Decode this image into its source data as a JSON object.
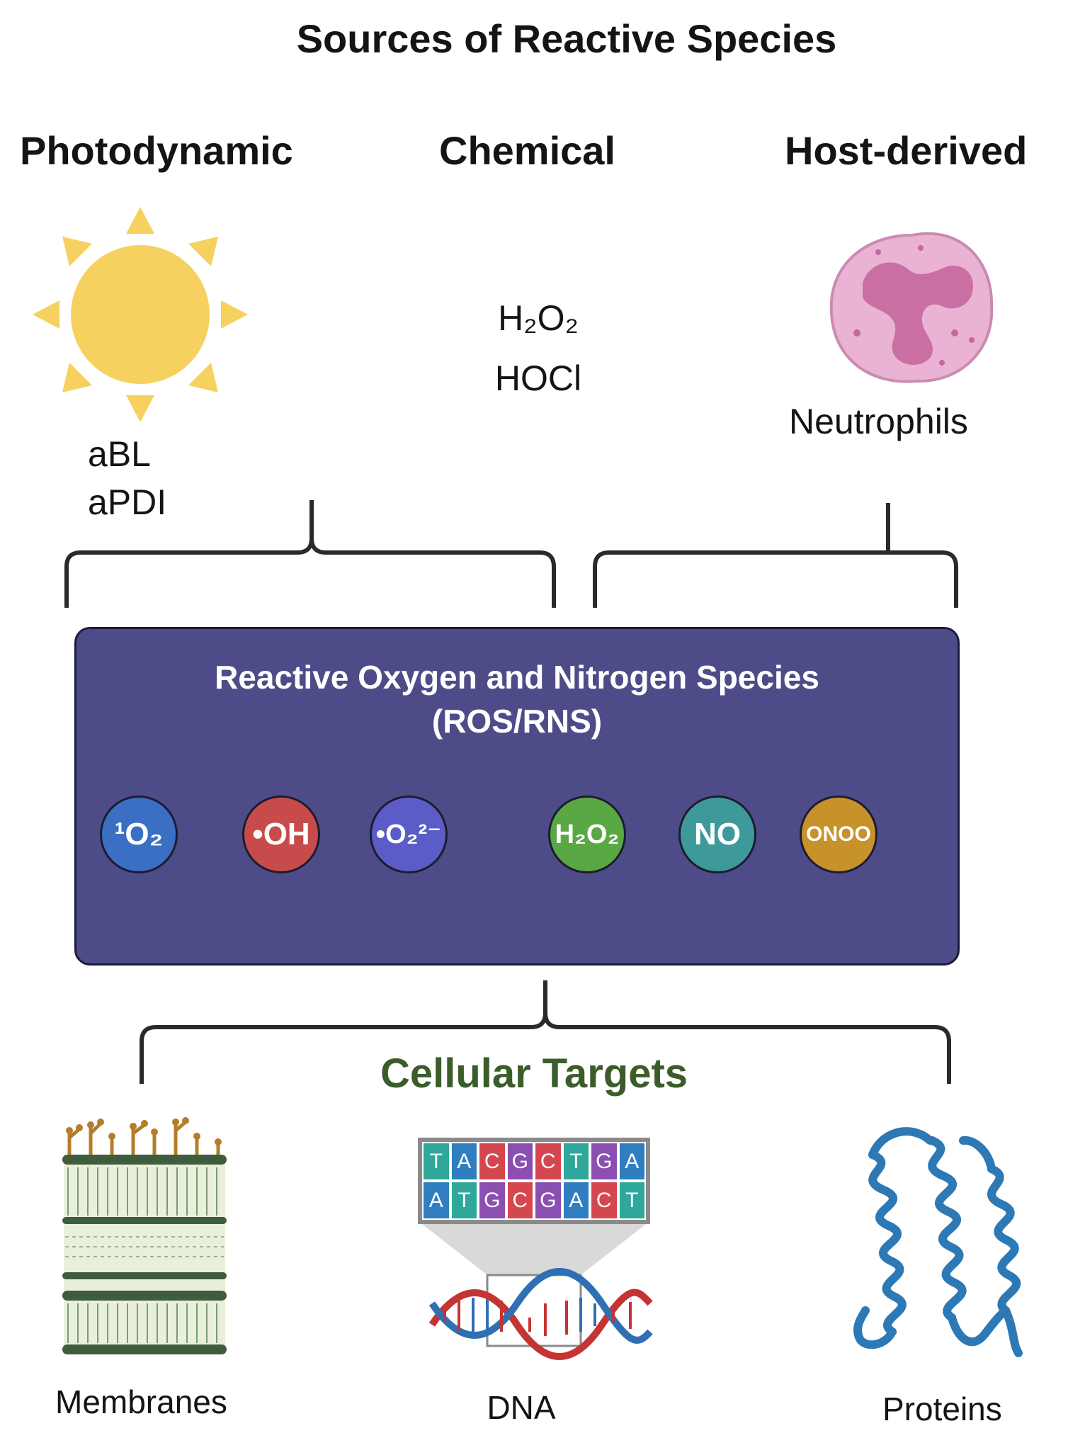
{
  "title": "Sources of Reactive Species",
  "sources": {
    "photodynamic": {
      "heading": "Photodynamic",
      "items": [
        "aBL",
        "aPDI"
      ]
    },
    "chemical": {
      "heading": "Chemical",
      "items": [
        "H₂O₂",
        "HOCl"
      ]
    },
    "host_derived": {
      "heading": "Host-derived",
      "label": "Neutrophils"
    }
  },
  "ros_box": {
    "title_line1": "Reactive Oxygen and Nitrogen Species",
    "title_line2": "(ROS/RNS)",
    "species": [
      {
        "id": "singlet-oxygen",
        "label": "¹O₂",
        "color": "#3b6fc4"
      },
      {
        "id": "hydroxyl-radical",
        "label": "•OH",
        "color": "#c84b4b"
      },
      {
        "id": "superoxide",
        "label": "•O₂²⁻",
        "color": "#5c5cc8"
      },
      {
        "id": "hydrogen-peroxide",
        "label": "H₂O₂",
        "color": "#5aa844"
      },
      {
        "id": "nitric-oxide",
        "label": "NO",
        "color": "#3e9a9a"
      },
      {
        "id": "peroxynitrite",
        "label": "ONOO",
        "color": "#c8922a"
      }
    ]
  },
  "targets": {
    "title": "Cellular Targets",
    "items": [
      {
        "id": "membranes",
        "label": "Membranes"
      },
      {
        "id": "dna",
        "label": "DNA",
        "top_strand": [
          "T",
          "A",
          "C",
          "G",
          "C",
          "T",
          "G",
          "A"
        ],
        "bottom_strand": [
          "A",
          "T",
          "G",
          "C",
          "G",
          "A",
          "C",
          "T"
        ]
      },
      {
        "id": "proteins",
        "label": "Proteins"
      }
    ]
  },
  "colors": {
    "box_fill": "#4e4c88",
    "targets_title": "#3b5d2a",
    "sun": "#f6d160",
    "neutrophil": "#e6a6cc",
    "protein": "#2d79b5",
    "membrane_head": "#3f5d3c",
    "membrane_sugar": "#b57d2a",
    "dna_red": "#c43434",
    "dna_blue": "#2f6fb4"
  }
}
